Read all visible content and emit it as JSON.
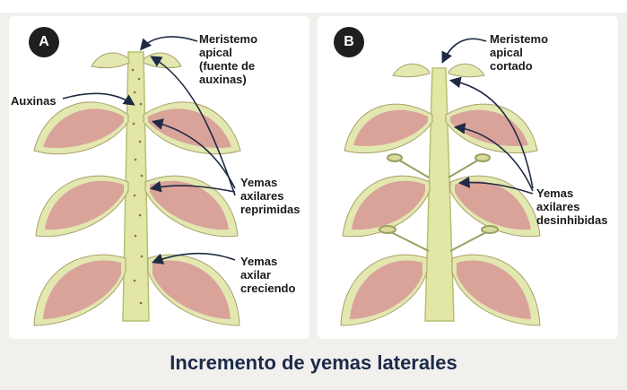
{
  "panel_a": {
    "badge": "A",
    "labels": {
      "meristem": "Meristemo\napical\n(fuente de\nauxinas)",
      "auxins": "Auxinas",
      "repressed": "Yemas\naxilares\nreprimidas",
      "growing": "Yemas\naxilar\ncreciendo"
    }
  },
  "panel_b": {
    "badge": "B",
    "labels": {
      "meristem_cut": "Meristemo\napical\ncortado",
      "released": "Yemas\naxilares\ndesinhibidas"
    }
  },
  "colors": {
    "stem": "#e2e7a6",
    "stem_edge": "#b7c070",
    "leaf": "#d9a39a",
    "leaf_rim": "#e3e7b0",
    "arrow": "#1f2a44"
  },
  "title": "Incremento de yemas laterales"
}
